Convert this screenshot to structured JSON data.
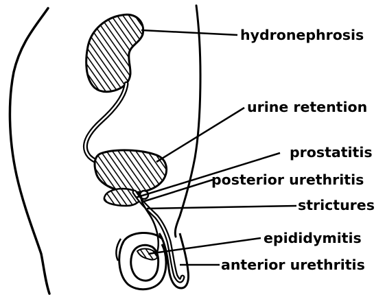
{
  "labels": {
    "hydronephrosis": "hydronephrosis",
    "urine_retention": "urine retention",
    "prostatitis": "prostatitis",
    "posterior_urethritis": "posterior urethritis",
    "strictures": "strictures",
    "epididymitis": "epididymitis",
    "anterior_urethritis": "anterior urethritis"
  },
  "colors": {
    "ink": "#000000",
    "background": "#ffffff"
  }
}
